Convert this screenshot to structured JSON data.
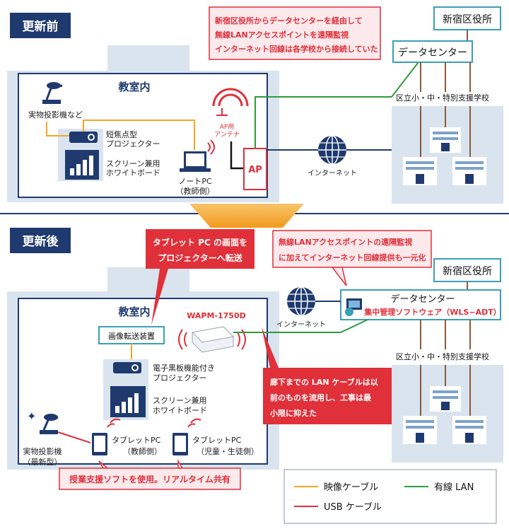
{
  "before": {
    "section_label": "更新前",
    "classroom_title": "教室内",
    "document_camera_label": "実物投影機など",
    "projector_label_1": "短焦点型",
    "projector_label_2": "プロジェクター",
    "screen_label_1": "スクリーン兼用",
    "screen_label_2": "ホワイトボード",
    "notebook_label_1": "ノートPC",
    "notebook_label_2": "（教師側）",
    "ap_antenna_label_1": "AP用",
    "ap_antenna_label_2": "アンテナ",
    "ap_label": "AP",
    "internet_label": "インターネット",
    "callout_lines": [
      "新宿区役所からデータセンターを経由して",
      "無線LANアクセスポイントを遠隔監視",
      "インターネット回線は各学校から接続していた"
    ],
    "ward_office_label": "新宿区役所",
    "data_center_label": "データセンター",
    "schools_label": "区立小・中・特別支援学校"
  },
  "after": {
    "section_label": "更新後",
    "classroom_title": "教室内",
    "callout_tablet_lines": [
      "タブレット PC の画面を",
      "プロジェクターへ転送"
    ],
    "callout_monitor_lines": [
      "無線LANアクセスポイントの遠隔監視",
      "に加えてインターネット回線提供も一元化"
    ],
    "ward_office_label": "新宿区役所",
    "data_center_label": "データセンター",
    "data_center_sub": "集中管理ソフトウェア（WLS−ADT）",
    "internet_label": "インターネット",
    "ap_model_label": "WAPM-1750D",
    "transfer_device_label": "画像転送装置",
    "projector_label_1": "電子黒板機能付き",
    "projector_label_2": "プロジェクター",
    "screen_label_1": "スクリーン兼用",
    "screen_label_2": "ホワイトボード",
    "document_camera_label_1": "実物投影機",
    "document_camera_label_2": "（最新型）",
    "tablet_teacher_label_1": "タブレットPC",
    "tablet_teacher_label_2": "（教師側）",
    "tablet_student_label_1": "タブレットPC",
    "tablet_student_label_2": "（児童・生徒側）",
    "callout_cable_lines": [
      "廊下までの LAN ケーブルは以",
      "前のものを流用し、工事は最",
      "小限に抑えた"
    ],
    "callout_software": "授業支援ソフトを使用。リアルタイム共有",
    "schools_label": "区立小・中・特別支援学校"
  },
  "legend": {
    "video_cable": "映像ケーブル",
    "wired_lan": "有線 LAN",
    "usb_cable": "USB ケーブル"
  },
  "colors": {
    "navy": "#1f3a6e",
    "light_blue_bg": "#d9e4ef",
    "red": "#e0303a",
    "pink_fill": "#fbe9ec",
    "orange_cable": "#f5a623",
    "green_lan": "#2e9a3f",
    "brown_line": "#8b5a3a",
    "teal": "#3a9fb8",
    "arrow_orange": "#f2a62a"
  }
}
